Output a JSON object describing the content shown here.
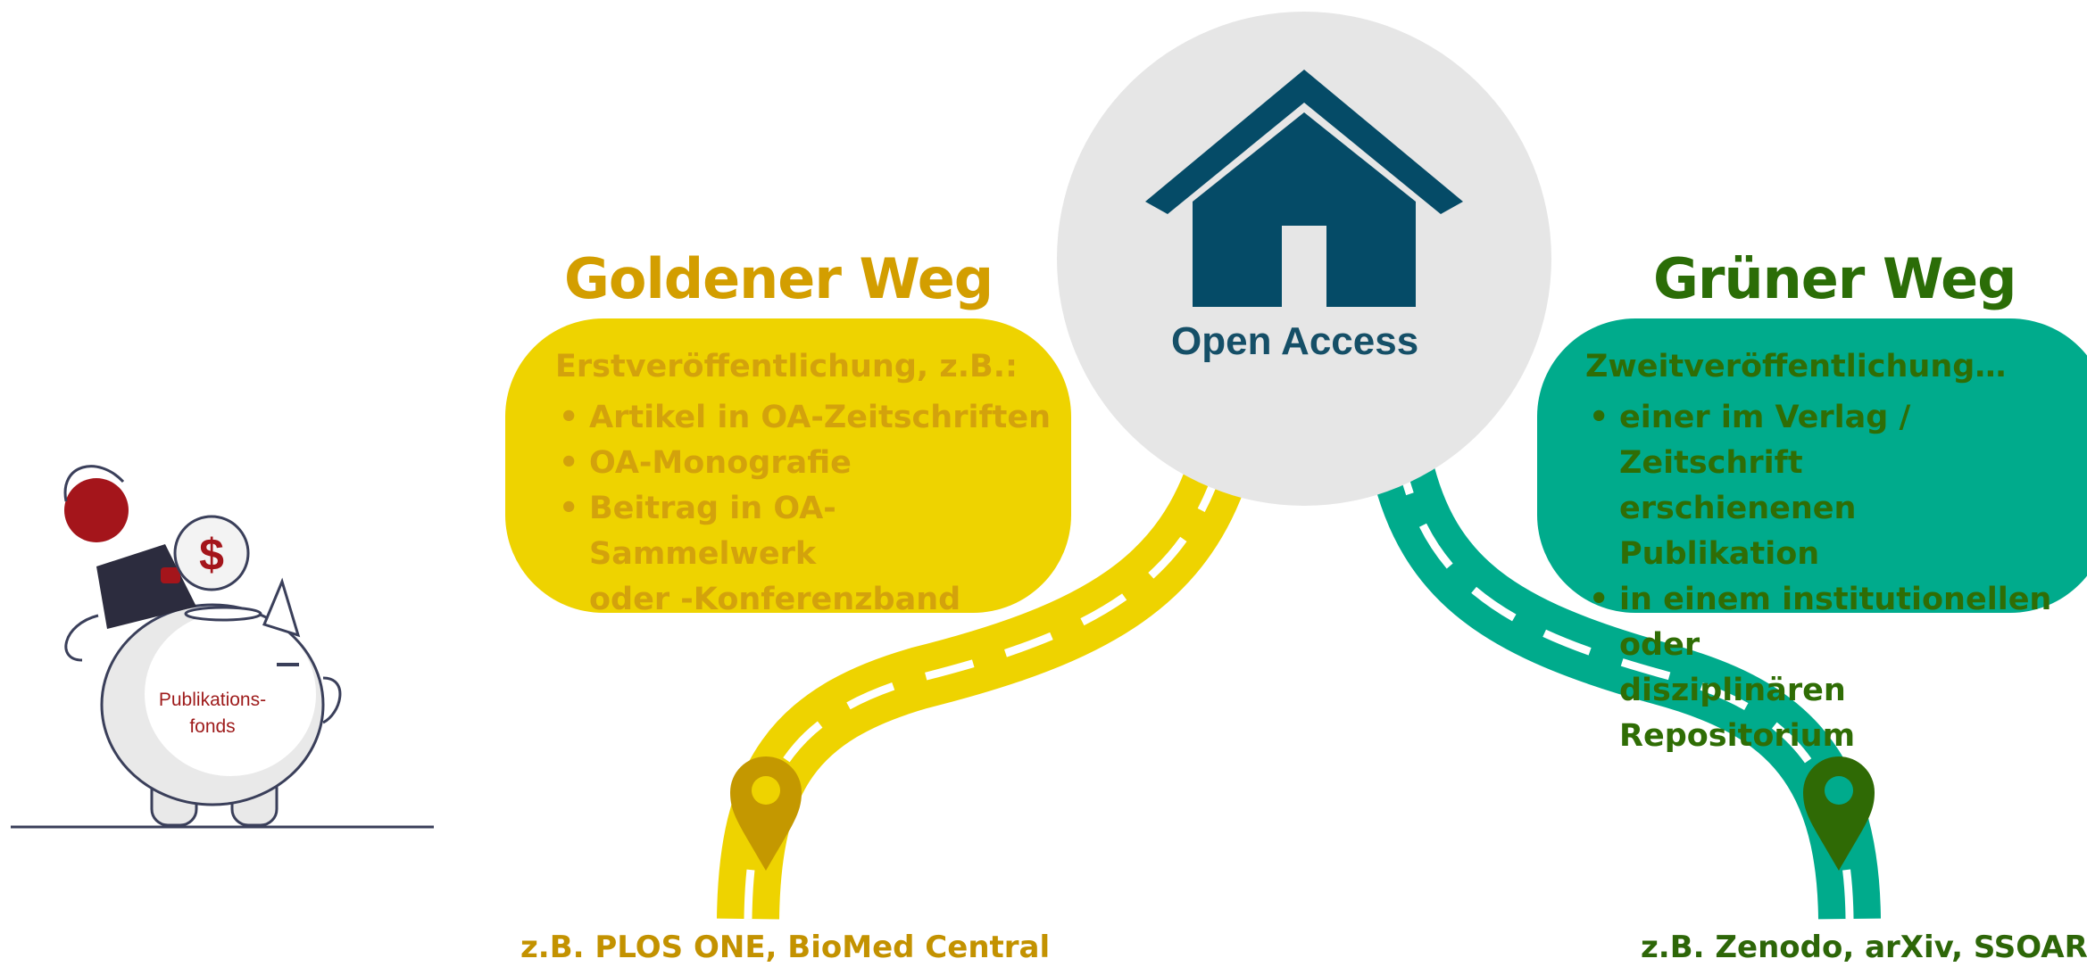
{
  "center": {
    "label": "Open Access",
    "icon": "house-icon"
  },
  "golden_route": {
    "title": "Goldener Weg",
    "intro": "Erstveröffentlichung,  z.B.:",
    "items": [
      "Artikel in OA-Zeitschriften",
      "OA-Monografie",
      "Beitrag in OA-Sammelwerk\noder -Konferenzband"
    ],
    "examples": "z.B. PLOS ONE, BioMed Central",
    "color": "#eed300",
    "text_color": "#d3a20c"
  },
  "green_route": {
    "title": "Grüner Weg",
    "intro": "Zweitveröffentlichung…",
    "items": [
      "einer im Verlag / Zeitschrift\nerschienenen Publikation",
      "in einem institutionellen oder\ndisziplinären  Repositorium"
    ],
    "examples": "z.B. Zenodo, arXiv, SSOAR",
    "color": "#00ab8c",
    "text_color": "#2f6d05"
  },
  "piggy_bank": {
    "label": "Publikations-\nfonds",
    "coin_symbol": "$"
  },
  "bullet_char": "•"
}
